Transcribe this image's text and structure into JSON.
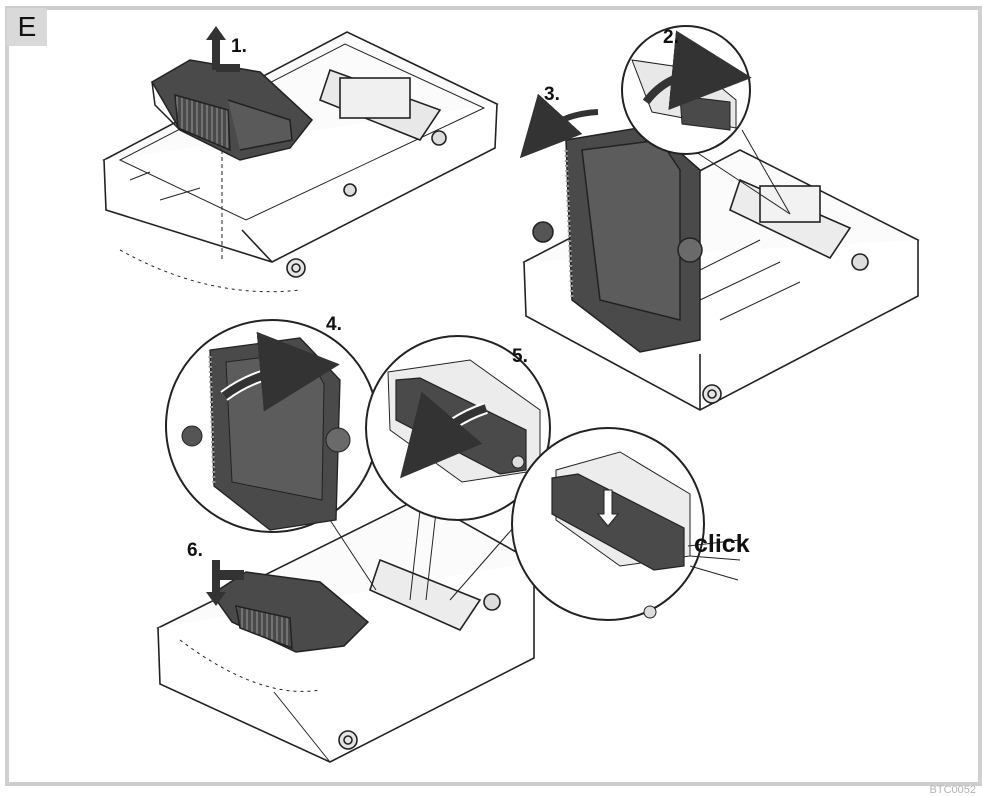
{
  "section_letter": "E",
  "steps": [
    "1.",
    "2.",
    "3.",
    "4.",
    "5.",
    "6."
  ],
  "click_label": "click",
  "figure_code": "BTC0052",
  "colors": {
    "frame_border": "#cfcfcf",
    "letter_bg": "#d9d9d9",
    "part_fill": "#4a4a4a",
    "outline": "#222222",
    "arrow_fill": "#333333"
  }
}
